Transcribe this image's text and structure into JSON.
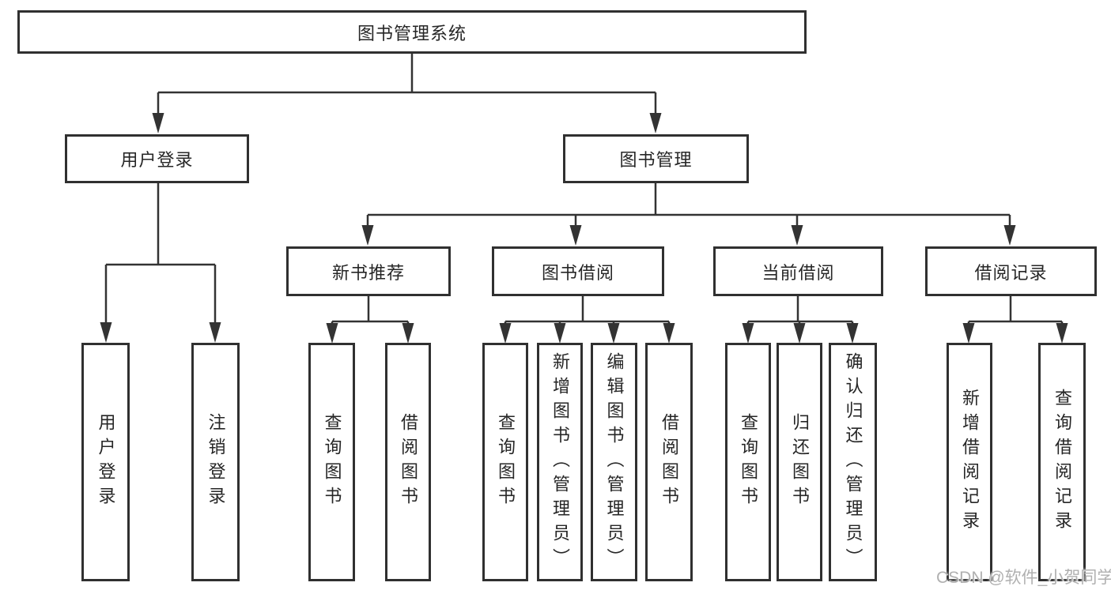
{
  "tree": {
    "root": {
      "label": "图书管理系统"
    },
    "branches": [
      {
        "label": "用户登录",
        "children": [
          {
            "label": "用户登录"
          },
          {
            "label": "注销登录"
          }
        ]
      },
      {
        "label": "图书管理",
        "children": [
          {
            "label": "新书推荐",
            "children": [
              {
                "label": "查询图书"
              },
              {
                "label": "借阅图书"
              }
            ]
          },
          {
            "label": "图书借阅",
            "children": [
              {
                "label": "查询图书"
              },
              {
                "label": "新增图书（管理员）"
              },
              {
                "label": "编辑图书（管理员）"
              },
              {
                "label": "借阅图书"
              }
            ]
          },
          {
            "label": "当前借阅",
            "children": [
              {
                "label": "查询图书"
              },
              {
                "label": "归还图书"
              },
              {
                "label": "确认归还（管理员）"
              }
            ]
          },
          {
            "label": "借阅记录",
            "children": [
              {
                "label": "新增借阅记录"
              },
              {
                "label": "查询借阅记录"
              }
            ]
          }
        ]
      }
    ]
  },
  "watermark": {
    "text": "CSDN @软件_小贺同学"
  },
  "colors": {
    "line": "#333333",
    "box_border": "#303030",
    "box_fill": "#ffffff",
    "text": "#262626",
    "watermark": "#b0b0b0",
    "background": "#ffffff"
  }
}
